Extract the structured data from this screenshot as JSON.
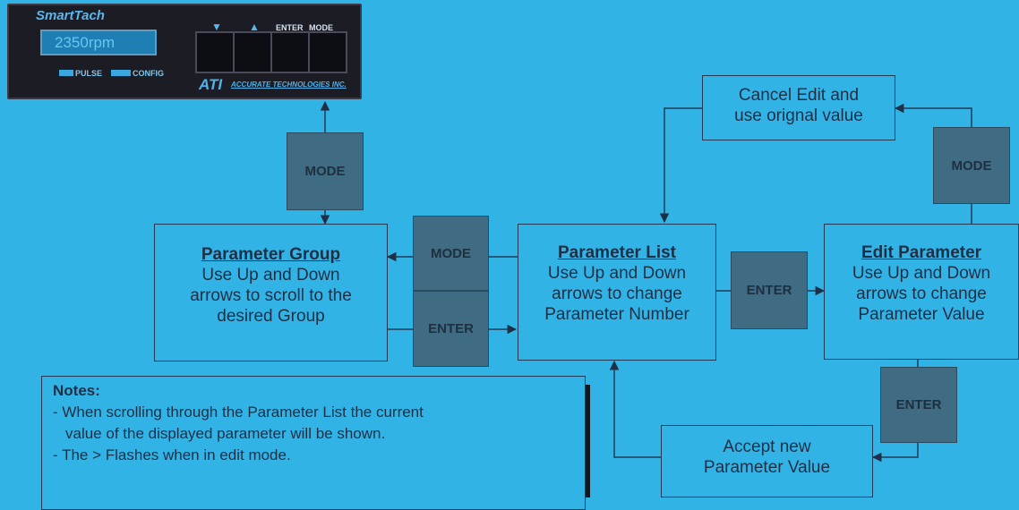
{
  "device": {
    "brand": "SmartTach",
    "display": "2350rpm",
    "led_pulse": "PULSE",
    "led_config": "CONFIG",
    "key_labels": {
      "down": "▼",
      "up": "▲",
      "enter": "ENTER",
      "mode": "MODE"
    },
    "logo": "ATI",
    "logo_sub": "ACCURATE TECHNOLOGIES INC."
  },
  "diagram": {
    "parameter_group": {
      "title": "Parameter Group",
      "text": "Use Up and Down arrows to scroll to the desired Group"
    },
    "parameter_list": {
      "title": "Parameter List",
      "text": "Use Up and Down arrows to change Parameter Number"
    },
    "edit_parameter": {
      "title": "Edit Parameter",
      "text": "Use Up and Down arrows to change Parameter Value"
    },
    "cancel_edit": "Cancel Edit and use orignal value",
    "accept_new": "Accept new Parameter Value",
    "buttons": {
      "mode_top": "MODE",
      "mode_middle": "MODE",
      "enter_middle": "ENTER",
      "enter_list": "ENTER",
      "mode_right": "MODE",
      "enter_right": "ENTER"
    }
  },
  "notes": {
    "title": "Notes:",
    "line1": "- When scrolling through the Parameter List the current",
    "line2": "value of the displayed parameter will be shown.",
    "line3": "- The > Flashes when in edit mode."
  },
  "colors": {
    "background": "#32b3e6",
    "button": "#3f6b83",
    "line": "#233a55",
    "device": "#1c1c24"
  }
}
